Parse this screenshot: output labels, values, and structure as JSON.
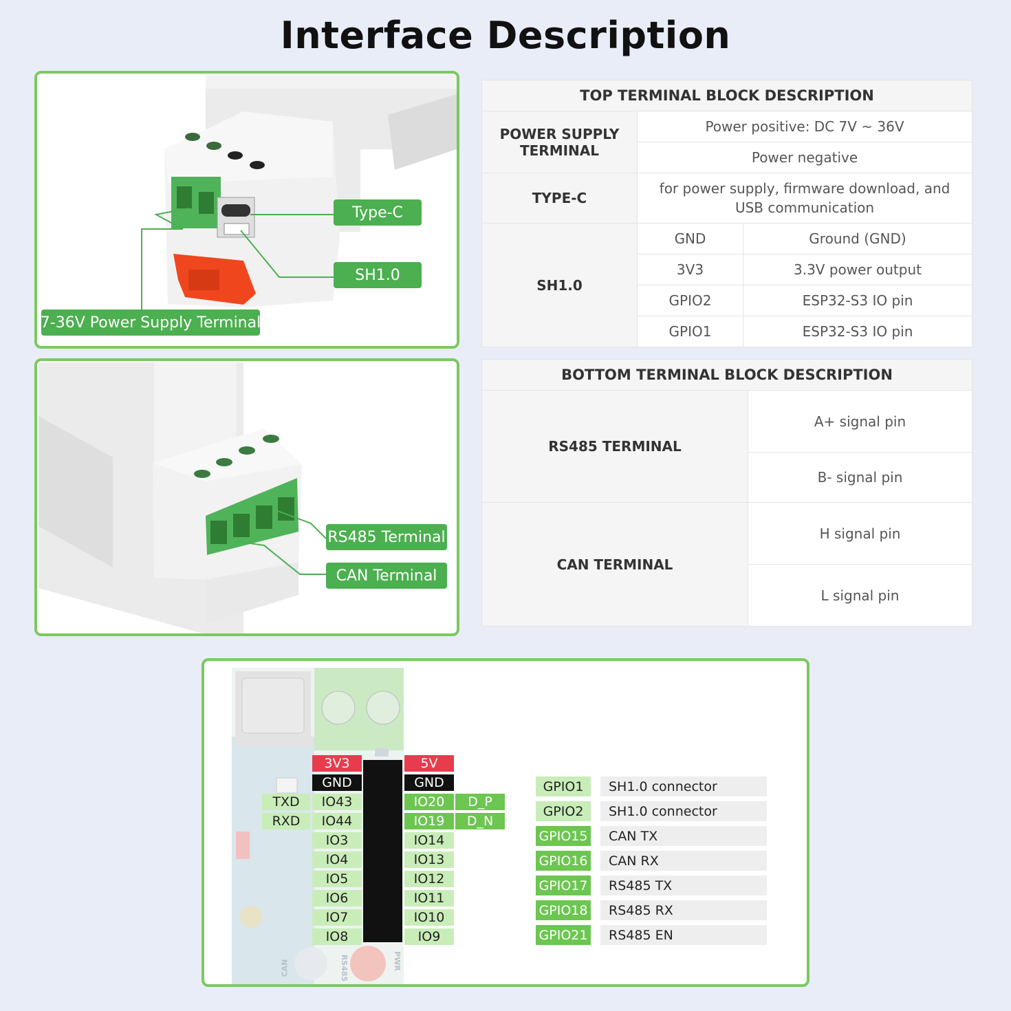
{
  "title": "Interface Description",
  "panel_top": {
    "labels": {
      "typec": "Type-C",
      "sh10": "SH1.0",
      "power": "7-36V Power Supply Terminal"
    }
  },
  "panel_bottom": {
    "labels": {
      "rs485": "RS485 Terminal",
      "can": "CAN Terminal"
    }
  },
  "top_table": {
    "header": "TOP TERMINAL BLOCK DESCRIPTION",
    "power_key": "POWER SUPPLY TERMINAL",
    "power_pos": "Power positive: DC 7V ~ 36V",
    "power_neg": "Power negative",
    "typec_key": "TYPE-C",
    "typec_val": "for power supply, firmware download, and USB communication",
    "sh_key": "SH1.0",
    "sh_rows": [
      {
        "pin": "GND",
        "desc": "Ground (GND)"
      },
      {
        "pin": "3V3",
        "desc": "3.3V power output"
      },
      {
        "pin": "GPIO2",
        "desc": "ESP32-S3 IO pin"
      },
      {
        "pin": "GPIO1",
        "desc": "ESP32-S3 IO pin"
      }
    ]
  },
  "bottom_table": {
    "header": "BOTTOM TERMINAL BLOCK DESCRIPTION",
    "rs485_key": "RS485 TERMINAL",
    "rs485_a": "A+ signal pin",
    "rs485_b": "B- signal pin",
    "can_key": "CAN TERMINAL",
    "can_h": "H signal pin",
    "can_l": "L signal pin"
  },
  "pinout": {
    "left": [
      "3V3",
      "GND",
      "IO43",
      "IO44",
      "IO3",
      "IO4",
      "IO5",
      "IO6",
      "IO7",
      "IO8"
    ],
    "left_extra": [
      "TXD",
      "RXD"
    ],
    "right": [
      "5V",
      "GND",
      "IO20",
      "IO19",
      "IO14",
      "IO13",
      "IO12",
      "IO11",
      "IO10",
      "IO9"
    ],
    "right_extra": [
      "D_P",
      "D_N"
    ],
    "gpio": [
      {
        "pin": "GPIO1",
        "desc": "SH1.0 connector"
      },
      {
        "pin": "GPIO2",
        "desc": "SH1.0 connector"
      },
      {
        "pin": "GPIO15",
        "desc": "CAN TX"
      },
      {
        "pin": "GPIO16",
        "desc": "CAN RX"
      },
      {
        "pin": "GPIO17",
        "desc": "RS485 TX"
      },
      {
        "pin": "GPIO18",
        "desc": "RS485 RX"
      },
      {
        "pin": "GPIO21",
        "desc": "RS485 EN"
      }
    ],
    "board_marks": [
      "CAN",
      "RS485",
      "PWR"
    ]
  },
  "colors": {
    "accent_green": "#4caf50",
    "panel_border": "#7bc95e",
    "red_pin": "#e73c4e",
    "background": "#e8edf8"
  }
}
